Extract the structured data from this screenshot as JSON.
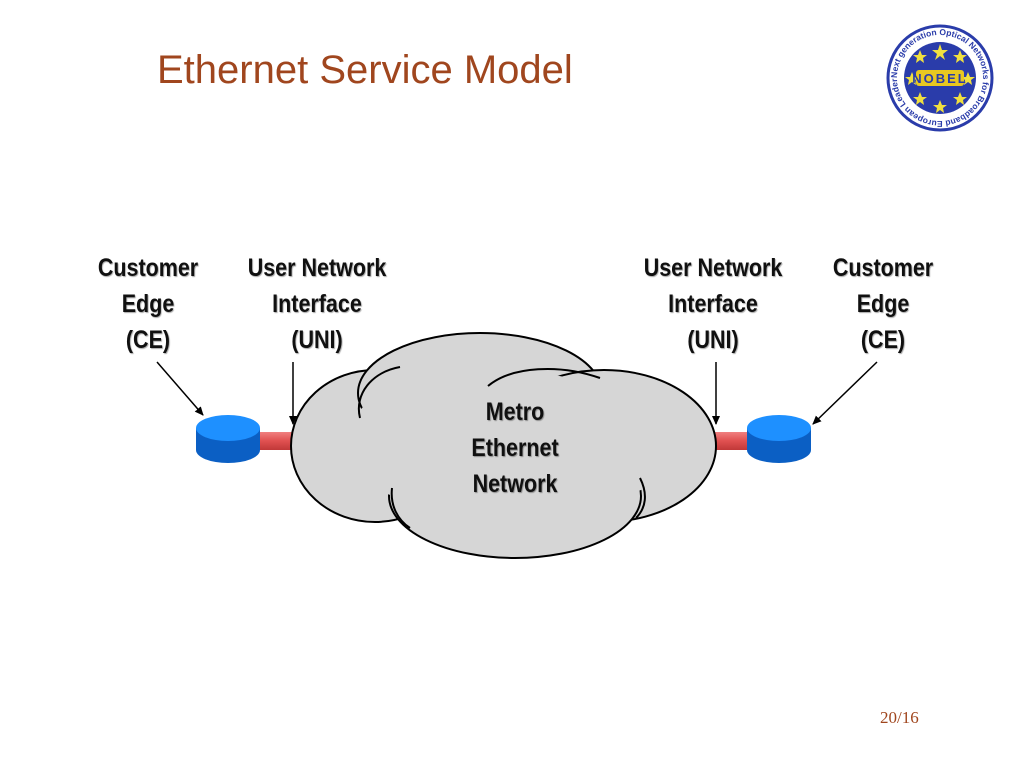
{
  "slide": {
    "title": "Ethernet Service Model",
    "page_number": "20/16"
  },
  "logo": {
    "icon": "nobel-logo-icon",
    "name": "NOBEL",
    "ring_text": "Next generation Optical Networks for Broadband European Leadership"
  },
  "diagram": {
    "left_ce": {
      "line1": "Customer",
      "line2": "Edge",
      "line3": "(CE)"
    },
    "left_uni": {
      "line1": "User Network",
      "line2": "Interface",
      "line3": "(UNI)"
    },
    "right_uni": {
      "line1": "User Network",
      "line2": "Interface",
      "line3": "(UNI)"
    },
    "right_ce": {
      "line1": "Customer",
      "line2": "Edge",
      "line3": "(CE)"
    },
    "cloud": {
      "line1": "Metro",
      "line2": "Ethernet",
      "line3": "Network"
    },
    "colors": {
      "router": "#1e90ff",
      "link": "#e05050",
      "cloud_fill": "#d6d6d6",
      "title": "#a0461e",
      "logo_ring": "#2a3caa",
      "logo_star": "#f0e040"
    }
  }
}
